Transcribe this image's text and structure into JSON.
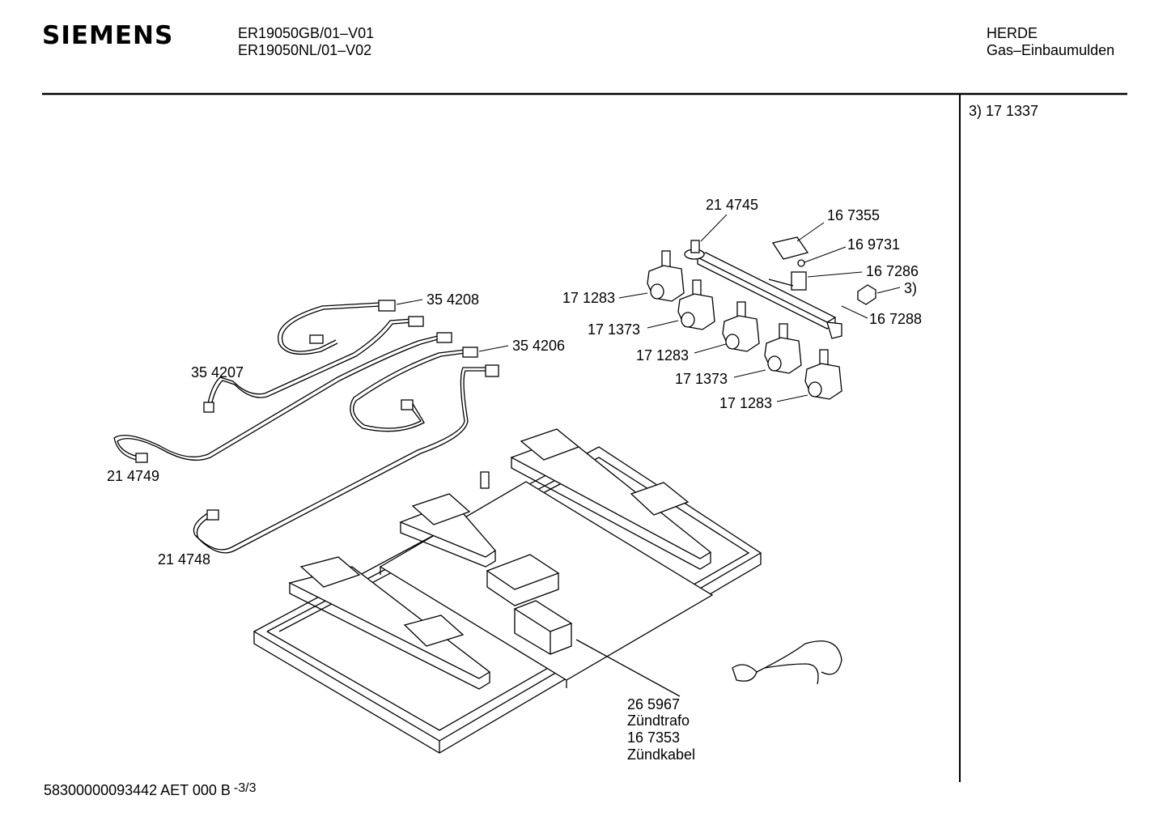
{
  "header": {
    "brand": "SIEMENS",
    "models": [
      "ER19050GB/01–V01",
      "ER19050NL/01–V02"
    ],
    "category": "HERDE",
    "subcategory": "Gas–Einbaumulden"
  },
  "side_note": "3)  17 1337",
  "labels": {
    "p_214745": "21 4745",
    "p_167355": "16 7355",
    "p_169731": "16 9731",
    "p_167286": "16 7286",
    "p_3": "3)",
    "p_167288": "16 7288",
    "p_171283_a": "17 1283",
    "p_171373_a": "17 1373",
    "p_171283_b": "17 1283",
    "p_171373_b": "17 1373",
    "p_171283_c": "17 1283",
    "p_354208": "35 4208",
    "p_354206": "35 4206",
    "p_354207": "35 4207",
    "p_214749": "21 4749",
    "p_214748": "21 4748",
    "trafo_no": "26 5967",
    "trafo_name": "Zündtrafo",
    "kabel_no": "16 7353",
    "kabel_name": "Zündkabel"
  },
  "footer": {
    "code": "58300000093442 AET 000 B",
    "page": "-3/3"
  }
}
